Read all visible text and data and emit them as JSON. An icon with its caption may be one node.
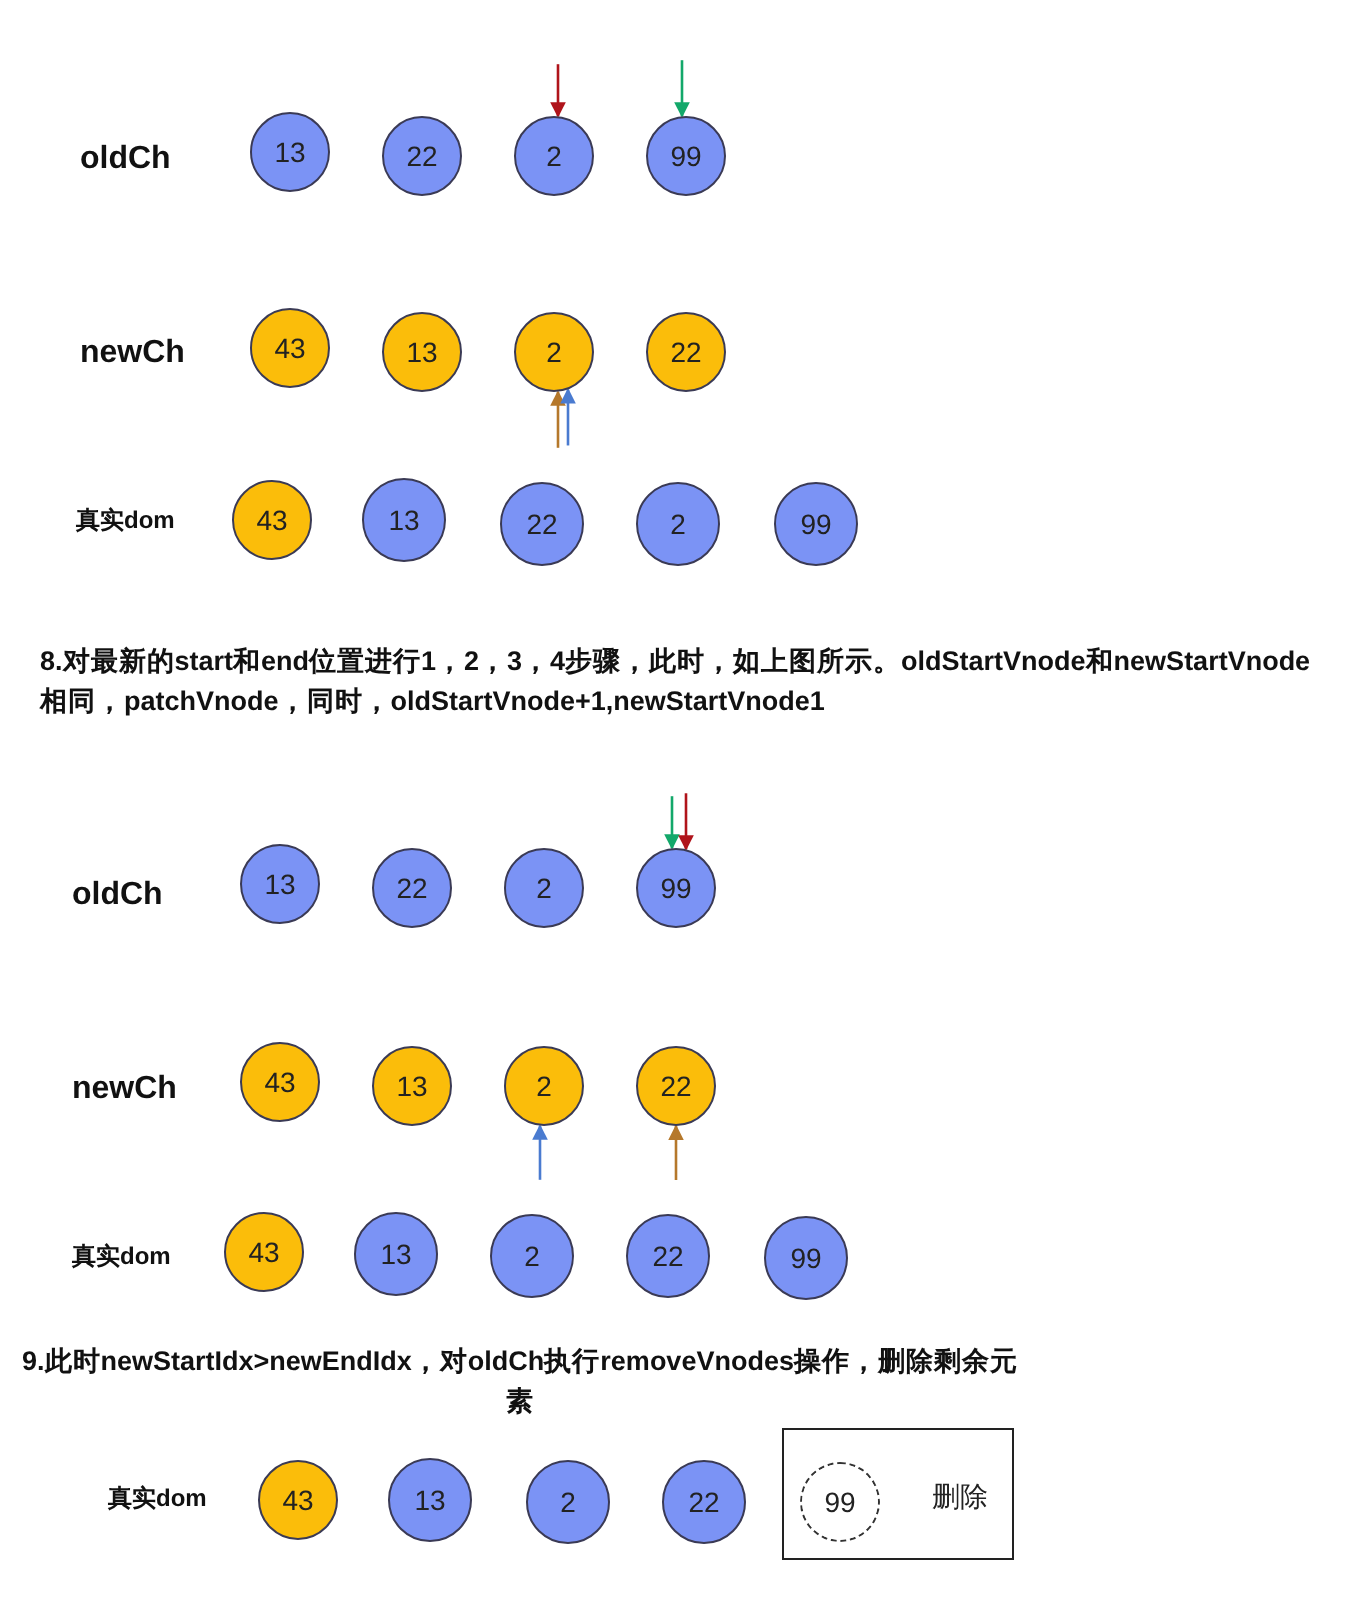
{
  "diagram": {
    "nodes": [
      {
        "text": [
          "13"
        ]
      },
      {
        "text": [
          "22"
        ]
      },
      {
        "text": [
          "2"
        ]
      },
      {
        "text": [
          "99"
        ]
      },
      {
        "text": [
          "43"
        ]
      },
      {
        "text": [
          "13"
        ]
      },
      {
        "text": [
          "2"
        ]
      },
      {
        "text": [
          "22"
        ]
      },
      {
        "text": [
          "43"
        ]
      },
      {
        "text": [
          "13"
        ]
      },
      {
        "text": [
          "22"
        ]
      },
      {
        "text": [
          "2"
        ]
      },
      {
        "text": [
          "99"
        ]
      },
      {
        "text": [
          "13"
        ]
      },
      {
        "text": [
          "22"
        ]
      },
      {
        "text": [
          "2"
        ]
      },
      {
        "text": [
          "99"
        ]
      },
      {
        "text": [
          "43"
        ]
      },
      {
        "text": [
          "13"
        ]
      },
      {
        "text": [
          "2"
        ]
      },
      {
        "text": [
          "22"
        ]
      },
      {
        "text": [
          "43"
        ]
      },
      {
        "text": [
          "13"
        ]
      },
      {
        "text": [
          "2"
        ]
      },
      {
        "text": [
          "22"
        ]
      },
      {
        "text": [
          "99"
        ]
      },
      {
        "text": [
          "43"
        ]
      },
      {
        "text": [
          "13"
        ]
      },
      {
        "text": [
          "2"
        ]
      },
      {
        "text": [
          "22"
        ]
      },
      {
        "text": [
          "删除"
        ]
      },
      {
        "text": [
          "99"
        ],
        "in": 30
      }
    ],
    "edges": [
      {
        "from": null,
        "to": 2,
        "arrow": "to",
        "color": "#b0141b"
      },
      {
        "from": null,
        "to": 3,
        "arrow": "to",
        "color": "#13a86a"
      },
      {
        "from": null,
        "to": 6,
        "arrow": "to",
        "color": "#b5782b"
      },
      {
        "from": null,
        "to": 6,
        "arrow": "to",
        "color": "#4a7bd0"
      },
      {
        "from": null,
        "to": 16,
        "arrow": "to",
        "color": "#13a86a"
      },
      {
        "from": null,
        "to": 16,
        "arrow": "to",
        "color": "#b0141b"
      },
      {
        "from": null,
        "to": 19,
        "arrow": "to",
        "color": "#4a7bd0"
      },
      {
        "from": null,
        "to": 20,
        "arrow": "to",
        "color": "#b5782b"
      }
    ],
    "labels": [
      "oldCh",
      "newCh",
      "真实dom",
      "8.对最新的start和end位置进行1，2，3，4步骤，此时，如上图所示。oldStartVnode和newStartVnode相同，patchVnode，同时，oldStartVnode+1,newStartVnode1",
      "oldCh",
      "newCh",
      "真实dom",
      "9.此时newStartIdx>newEndIdx，对oldCh执行removeVnodes操作，删除剩余元素",
      "真实dom"
    ]
  }
}
